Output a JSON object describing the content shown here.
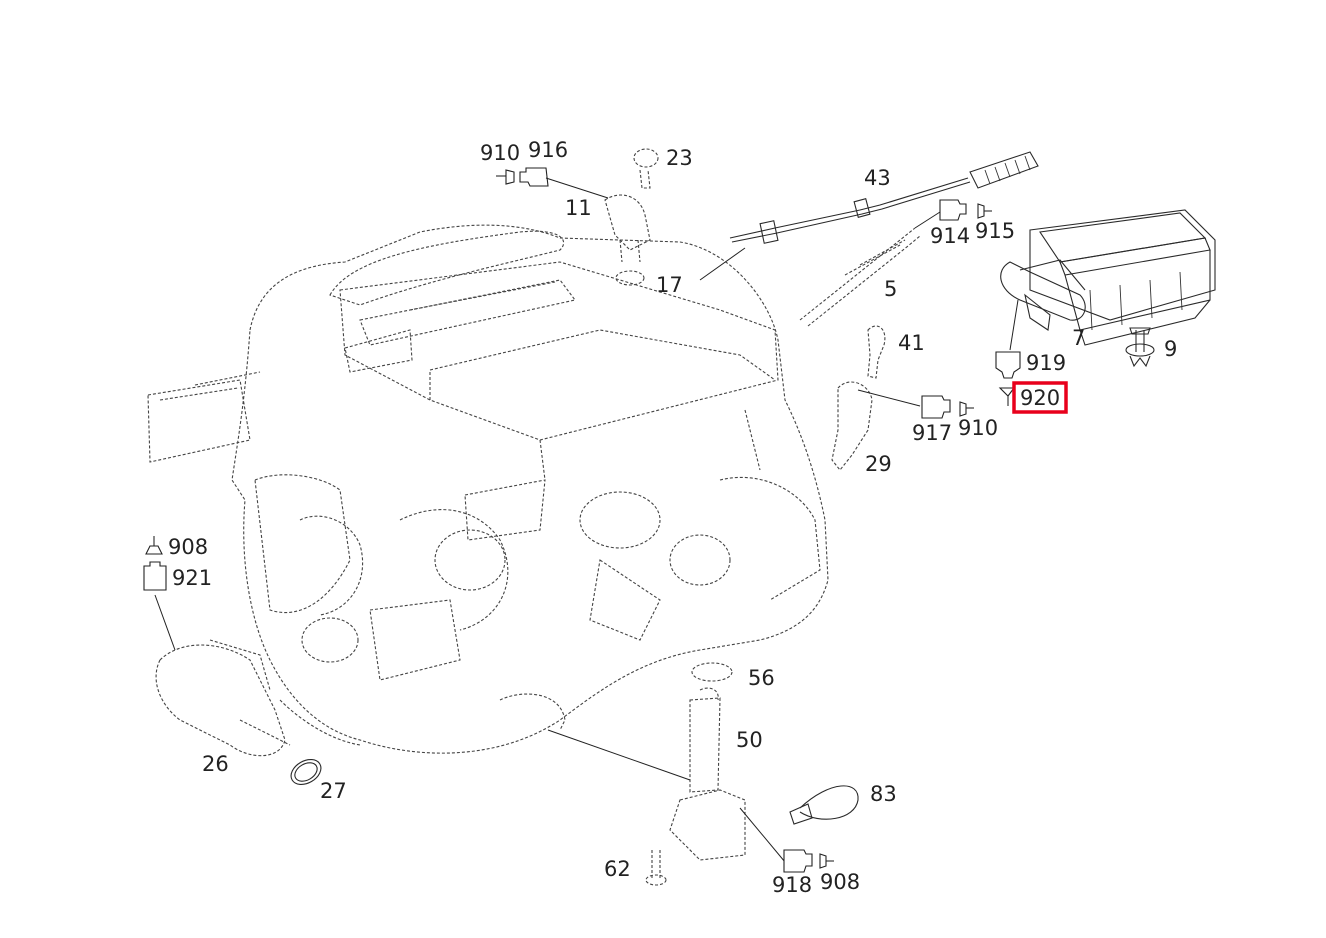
{
  "diagram": {
    "highlight_color": "#e8001c",
    "highlighted_part": "920",
    "labels": {
      "p910a": "910",
      "p916": "916",
      "p23": "23",
      "p11": "11",
      "p43": "43",
      "p17": "17",
      "p914": "914",
      "p915": "915",
      "p5": "5",
      "p41": "41",
      "p7": "7",
      "p9": "9",
      "p919": "919",
      "p920": "920",
      "p917": "917",
      "p910b": "910",
      "p29": "29",
      "p908a": "908",
      "p921": "921",
      "p26": "26",
      "p27": "27",
      "p56": "56",
      "p50": "50",
      "p83": "83",
      "p62": "62",
      "p918": "918",
      "p908b": "908"
    }
  }
}
